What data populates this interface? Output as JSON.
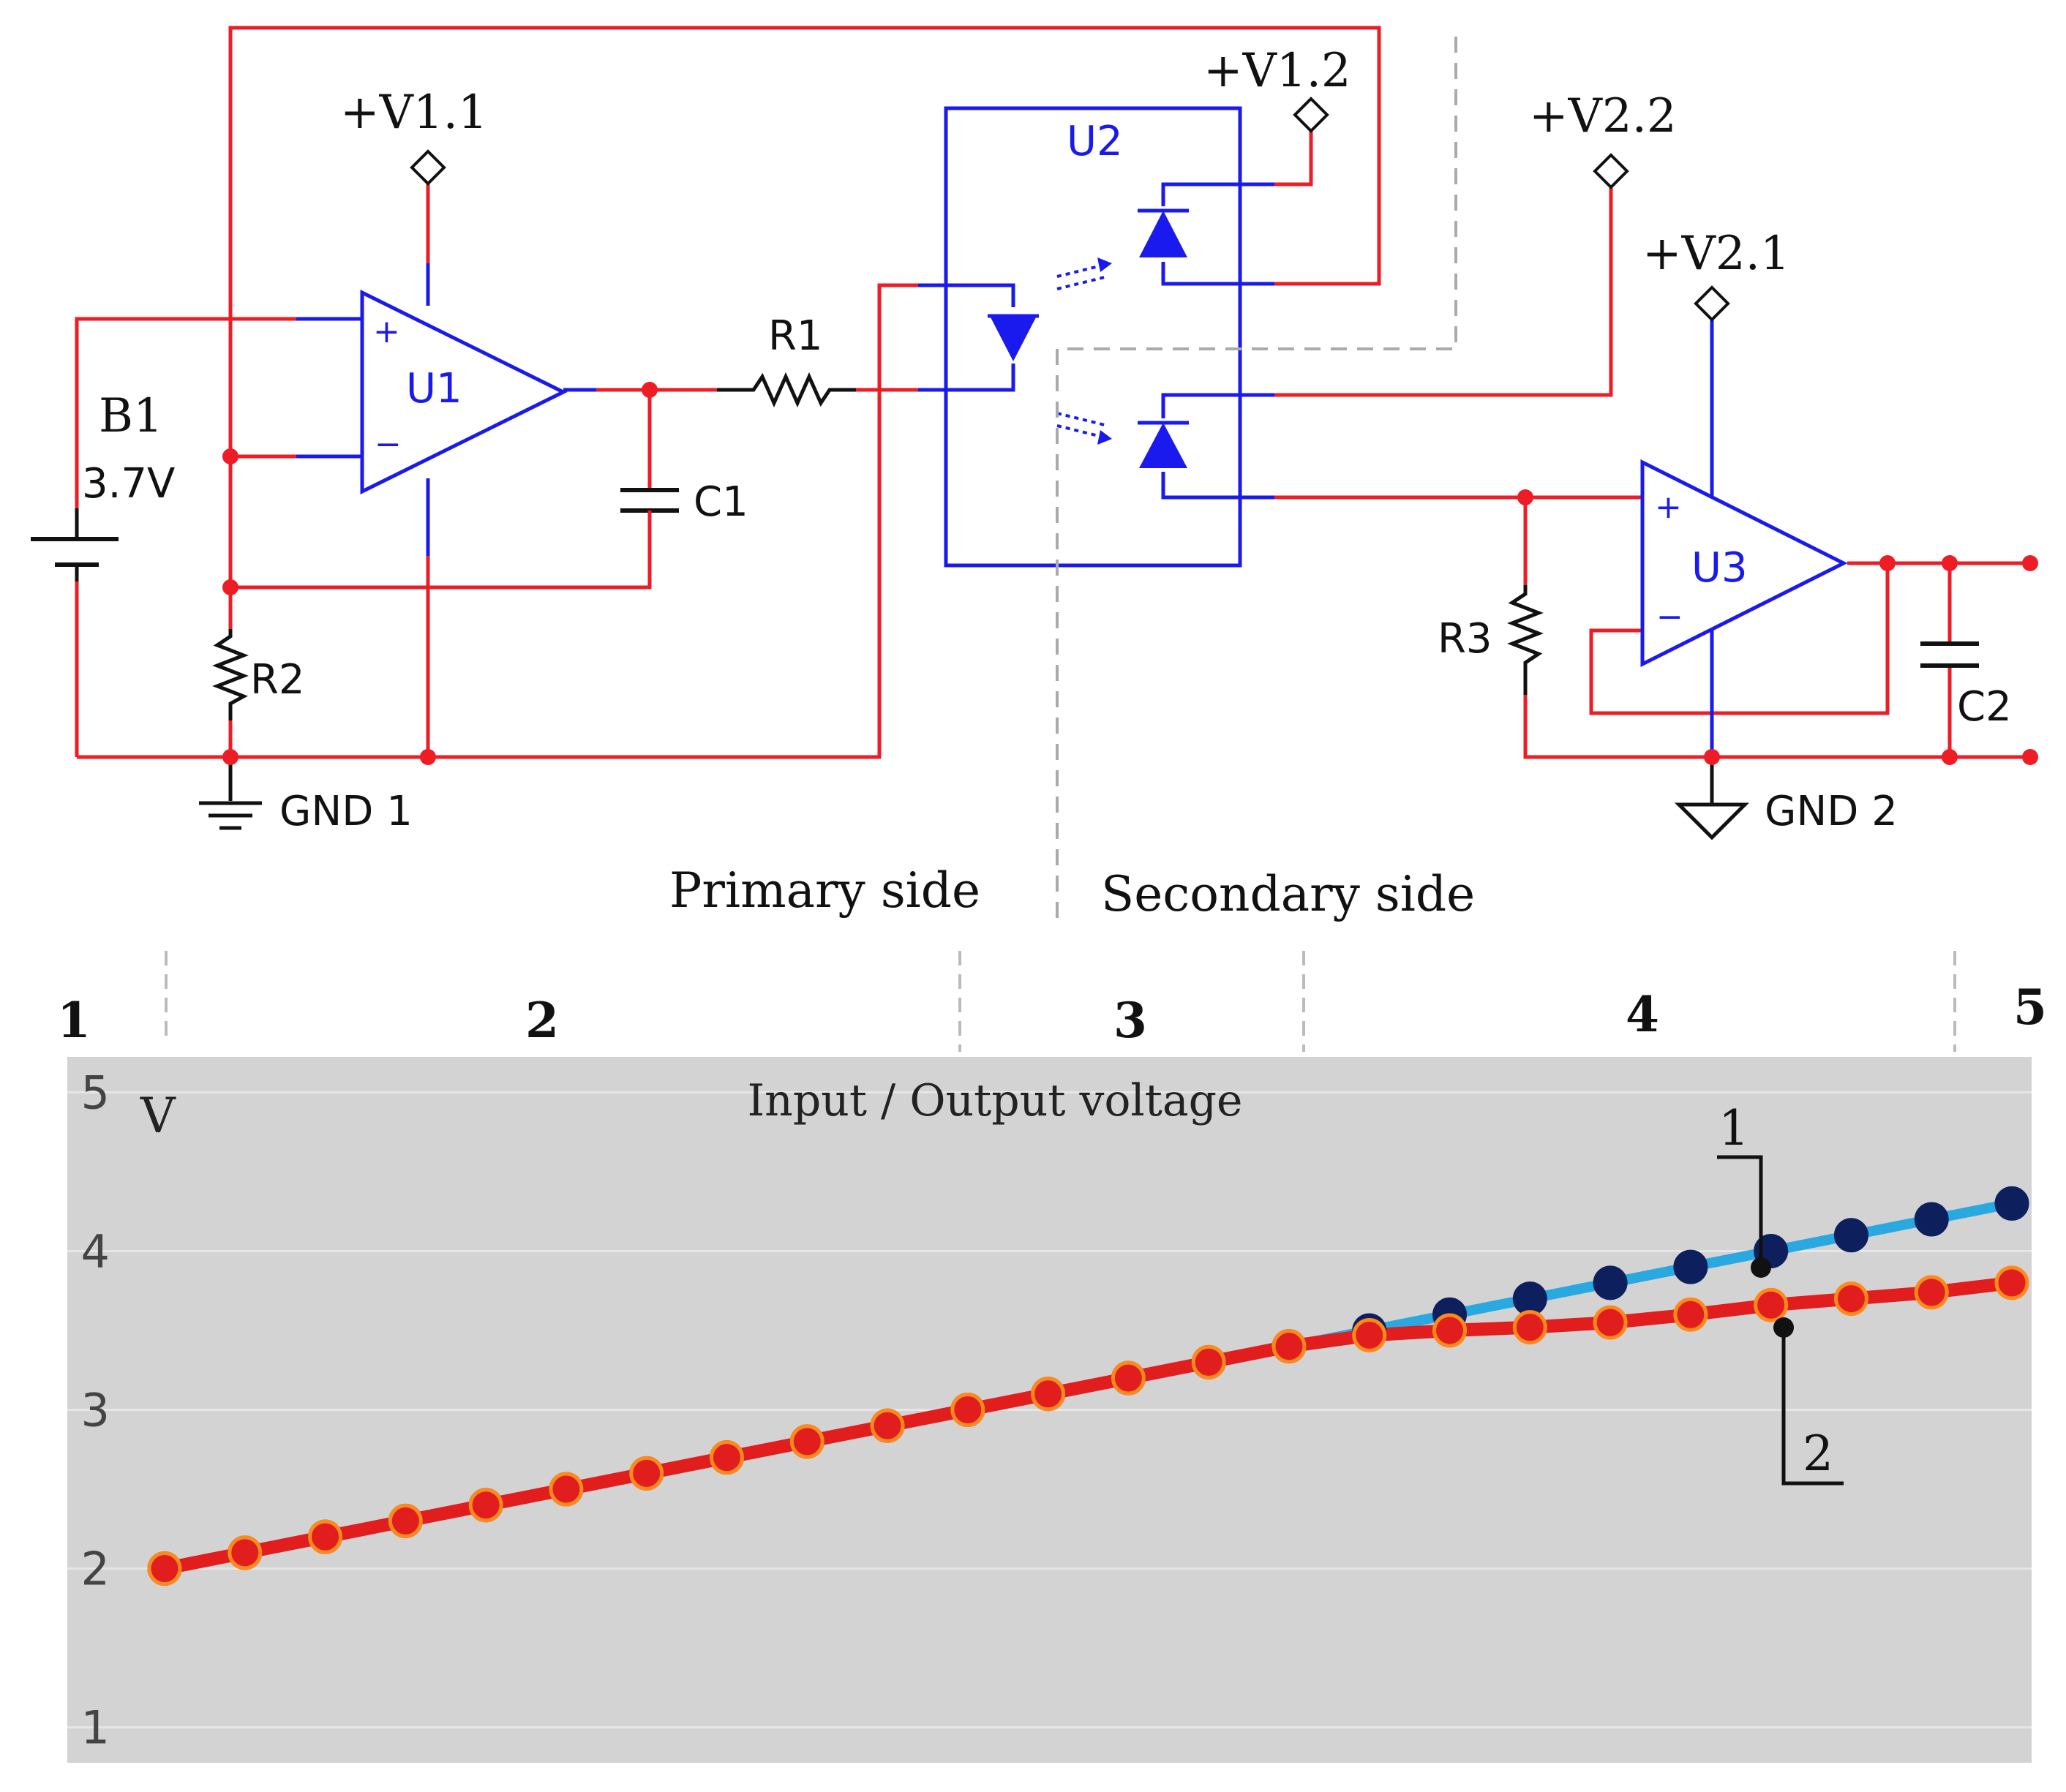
{
  "colors": {
    "wire_primary": "#ee1c24",
    "component": "#1a1aee",
    "node": "#ee1c24",
    "series_1": "#2aa8e0",
    "series_1_marker": "#0d1f5c",
    "series_2": "#e11d1d",
    "series_2_marker_edge": "#ff8a1c",
    "plot_background": "#d3d3d3"
  },
  "schematic": {
    "b1": {
      "name": "B1",
      "voltage": "3.7V"
    },
    "u1": "U1",
    "u2": "U2",
    "u3": "U3",
    "r1": "R1",
    "r2": "R2",
    "r3": "R3",
    "c1": "C1",
    "c2": "C2",
    "v11": "+V1.1",
    "v12": "+V1.2",
    "v21": "+V2.1",
    "v22": "+V2.2",
    "gnd1": "GND 1",
    "gnd2": "GND 2",
    "plus_sign": "+",
    "minus_sign": "−",
    "primary_side": "Primary side",
    "secondary_side": "Secondary side"
  },
  "zones": [
    "1",
    "2",
    "3",
    "4",
    "5"
  ],
  "chart_data": {
    "type": "line",
    "title": "Input / Output voltage",
    "ylabel": "V",
    "ylim": [
      0.8,
      5.2
    ],
    "yticks": [
      "1",
      "2",
      "3",
      "4",
      "5"
    ],
    "grid": true,
    "series": [
      {
        "name": "1",
        "values": [
          2.0,
          2.1,
          2.2,
          2.3,
          2.4,
          2.5,
          2.6,
          2.7,
          2.8,
          2.9,
          3.0,
          3.1,
          3.2,
          3.3,
          3.4,
          3.5,
          3.6,
          3.7,
          3.8,
          3.9,
          4.0,
          4.1,
          4.2,
          4.3
        ]
      },
      {
        "name": "2",
        "values": [
          2.0,
          2.1,
          2.2,
          2.3,
          2.4,
          2.5,
          2.6,
          2.7,
          2.8,
          2.9,
          3.0,
          3.1,
          3.2,
          3.3,
          3.4,
          3.47,
          3.5,
          3.52,
          3.55,
          3.6,
          3.66,
          3.7,
          3.74,
          3.8
        ]
      }
    ]
  }
}
